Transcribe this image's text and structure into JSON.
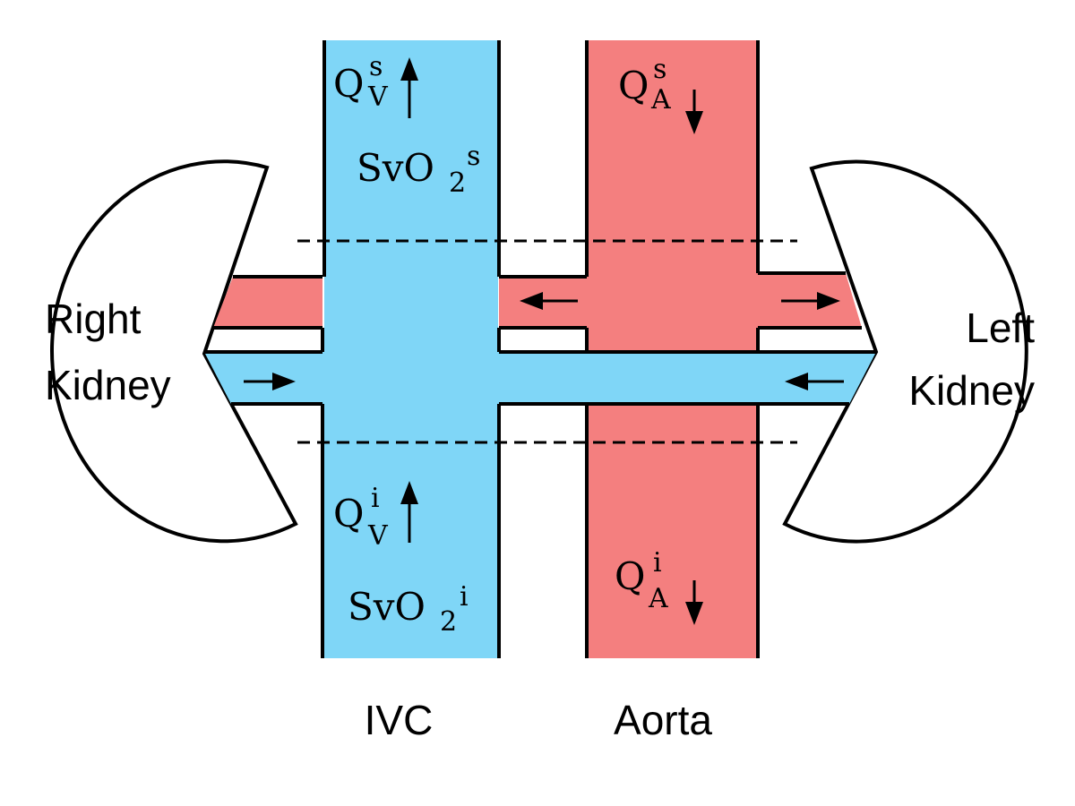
{
  "colors": {
    "vein": "#7fd6f7",
    "artery": "#f47f7f",
    "outline": "#000000",
    "background": "#ffffff"
  },
  "labels": {
    "right_kidney_line1": "Right",
    "right_kidney_line2": "Kidney",
    "left_kidney_line1": "Left",
    "left_kidney_line2": "Kidney",
    "ivc": "IVC",
    "aorta": "Aorta"
  },
  "flows": {
    "venous_superior": {
      "base": "Q",
      "sup": "s",
      "sub": "V"
    },
    "venous_inferior": {
      "base": "Q",
      "sup": "i",
      "sub": "V"
    },
    "arterial_superior": {
      "base": "Q",
      "sup": "s",
      "sub": "A"
    },
    "arterial_inferior": {
      "base": "Q",
      "sup": "i",
      "sub": "A"
    }
  },
  "saturation": {
    "superior": {
      "base": "SvO",
      "sub": "2",
      "sup": "s"
    },
    "inferior": {
      "base": "SvO",
      "sub": "2",
      "sup": "i"
    }
  },
  "icons": [
    "arrow-up-icon",
    "arrow-down-icon",
    "arrow-left-icon",
    "arrow-right-icon"
  ]
}
